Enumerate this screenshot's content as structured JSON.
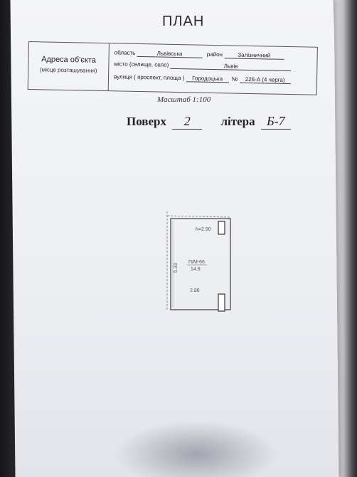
{
  "document": {
    "title": "ПЛАН",
    "address_block": {
      "label": "Адреса об'єкта",
      "sublabel": "(місце розташування)",
      "oblast_label": "область",
      "oblast_value": "Львівська",
      "raion_label": "район",
      "raion_value": "Залізничний",
      "misto_label": "місто (селище, село)",
      "misto_value": "Львів",
      "vulytsia_label": "вулиця ( проспект, площа )",
      "vulytsia_value": "Городоцька",
      "number_label": "№",
      "number_value": "226-А (4 черга)"
    },
    "scale": "Масштаб 1:100",
    "floor_label": "Поверх",
    "floor_value": "2",
    "litera_label": "літера",
    "litera_value": "Б-7"
  },
  "plan": {
    "height_label": "h=2.50",
    "room_label": "П/М-66",
    "room_area": "14.8",
    "length": "5.33",
    "width": "2.86"
  }
}
